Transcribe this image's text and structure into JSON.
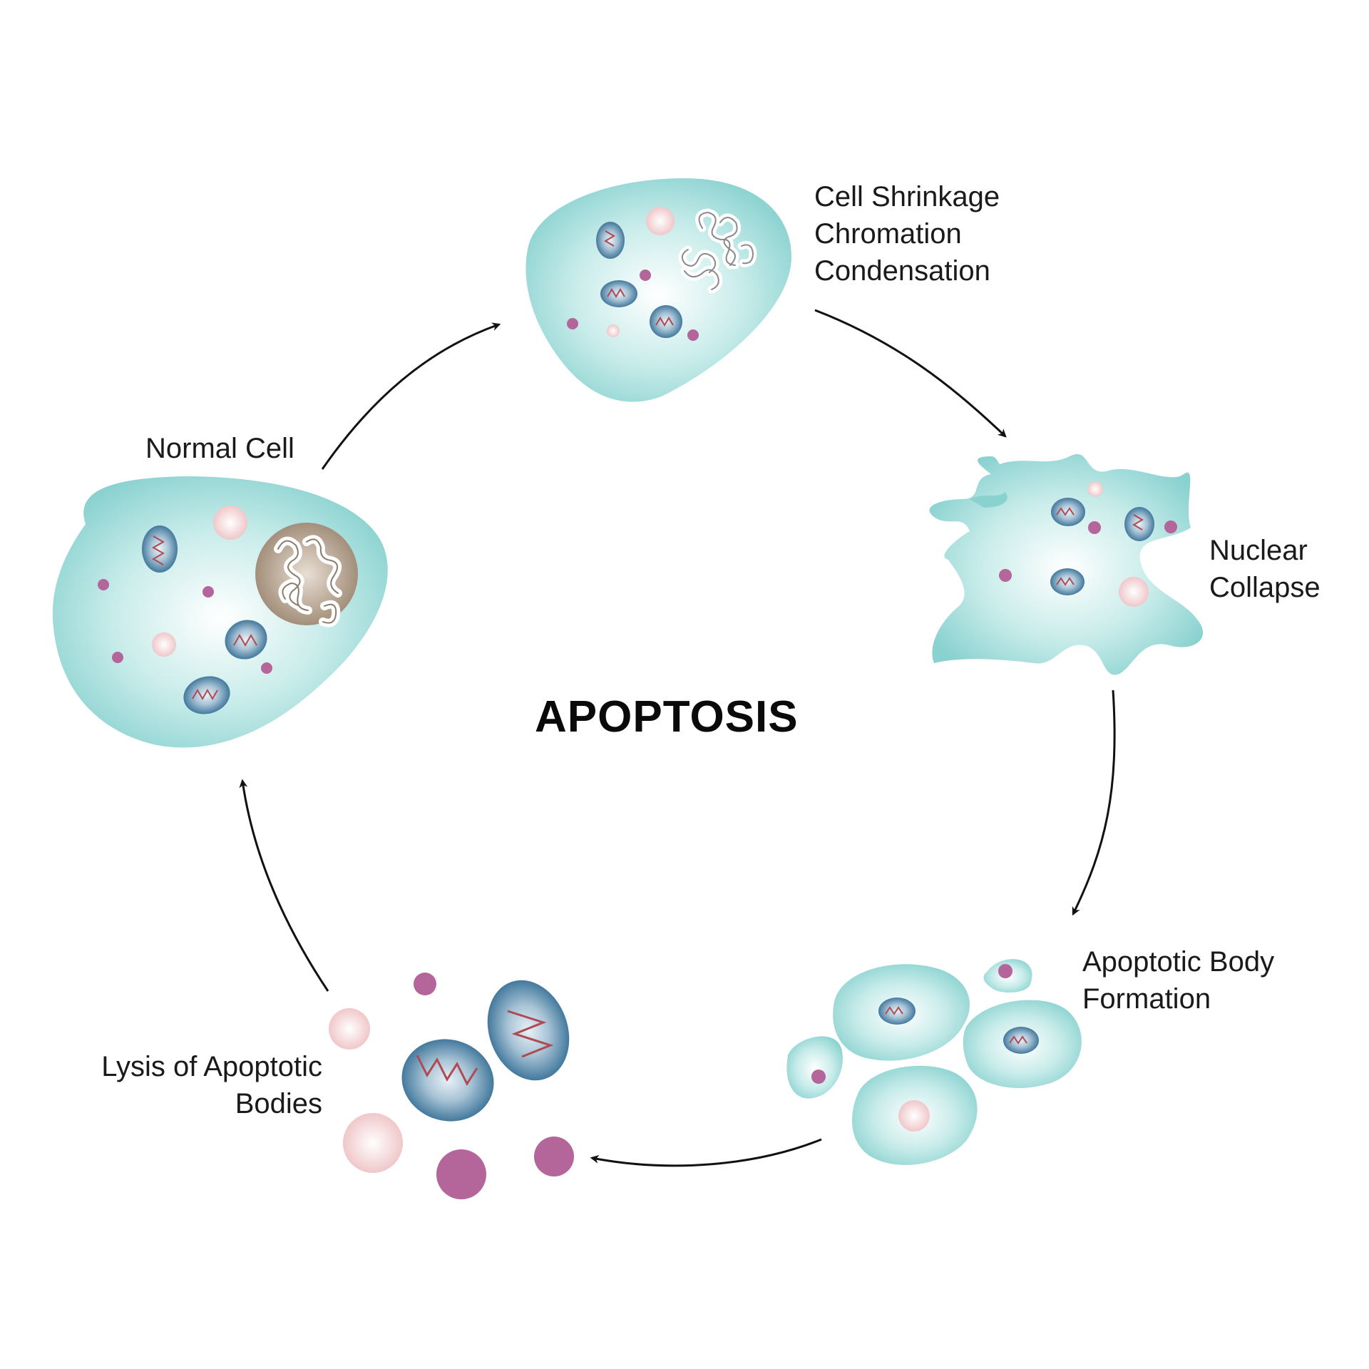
{
  "title": "APOPTOSIS",
  "stages": {
    "normal": "Normal Cell",
    "shrinkage": "Cell Shrinkage\nChromation\nCondensation",
    "collapse": "Nuclear\nCollapse",
    "body_formation": "Apoptotic Body\nFormation",
    "lysis": "Lysis of Apoptotic\nBodies"
  },
  "colors": {
    "cell": "#8fd3d1",
    "cell_center": "#ffffff",
    "mito_outer": "#3f78a0",
    "mito_inner": "#d7e6ef",
    "mito_squiggle": "#b04a52",
    "vesicle_magenta": "#b4659a",
    "vesicle_pink": "#f1c6c9",
    "nucleus": "#a08d78",
    "arrow": "#111111"
  }
}
